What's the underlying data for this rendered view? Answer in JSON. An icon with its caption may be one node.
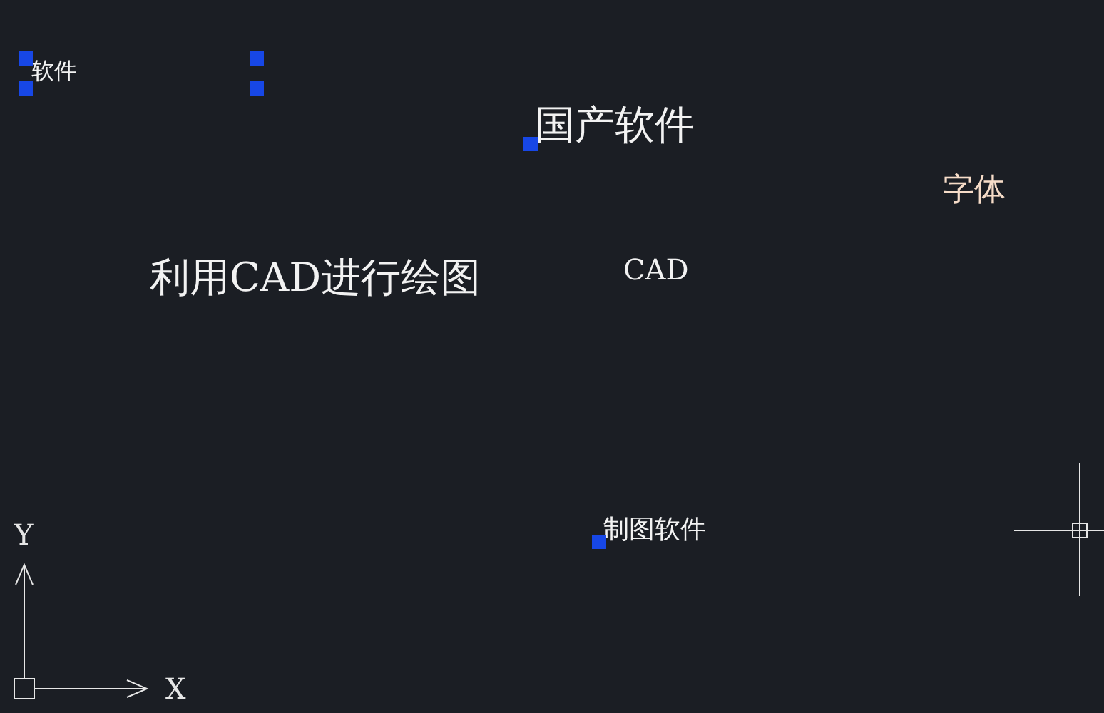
{
  "diagram": {
    "labels": [
      "软件",
      "国产软件",
      "字体",
      "利用CAD进行绘图",
      "CAD",
      "制图软件",
      "Y",
      "X"
    ]
  }
}
